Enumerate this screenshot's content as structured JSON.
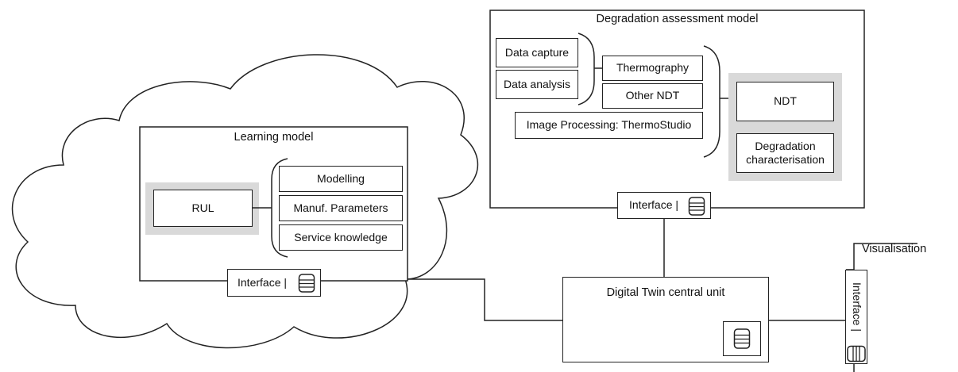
{
  "degradation": {
    "title": "Degradation assessment model",
    "data_capture": "Data capture",
    "data_analysis": "Data analysis",
    "thermography": "Thermography",
    "other_ndt": "Other NDT",
    "image_processing": "Image Processing: ThermoStudio",
    "ndt": "NDT",
    "degradation_char": "Degradation\ncharacterisation",
    "interface": "Interface |"
  },
  "learning": {
    "title": "Learning model",
    "rul": "RUL",
    "modelling": "Modelling",
    "manuf_params": "Manuf. Parameters",
    "service_knowledge": "Service knowledge",
    "interface": "Interface |"
  },
  "central": {
    "title": "Digital Twin central unit"
  },
  "visualisation": {
    "label": "Visualisation",
    "interface": "Interface |"
  },
  "colors": {
    "line": "#222222",
    "highlight": "#d9d9d9"
  }
}
